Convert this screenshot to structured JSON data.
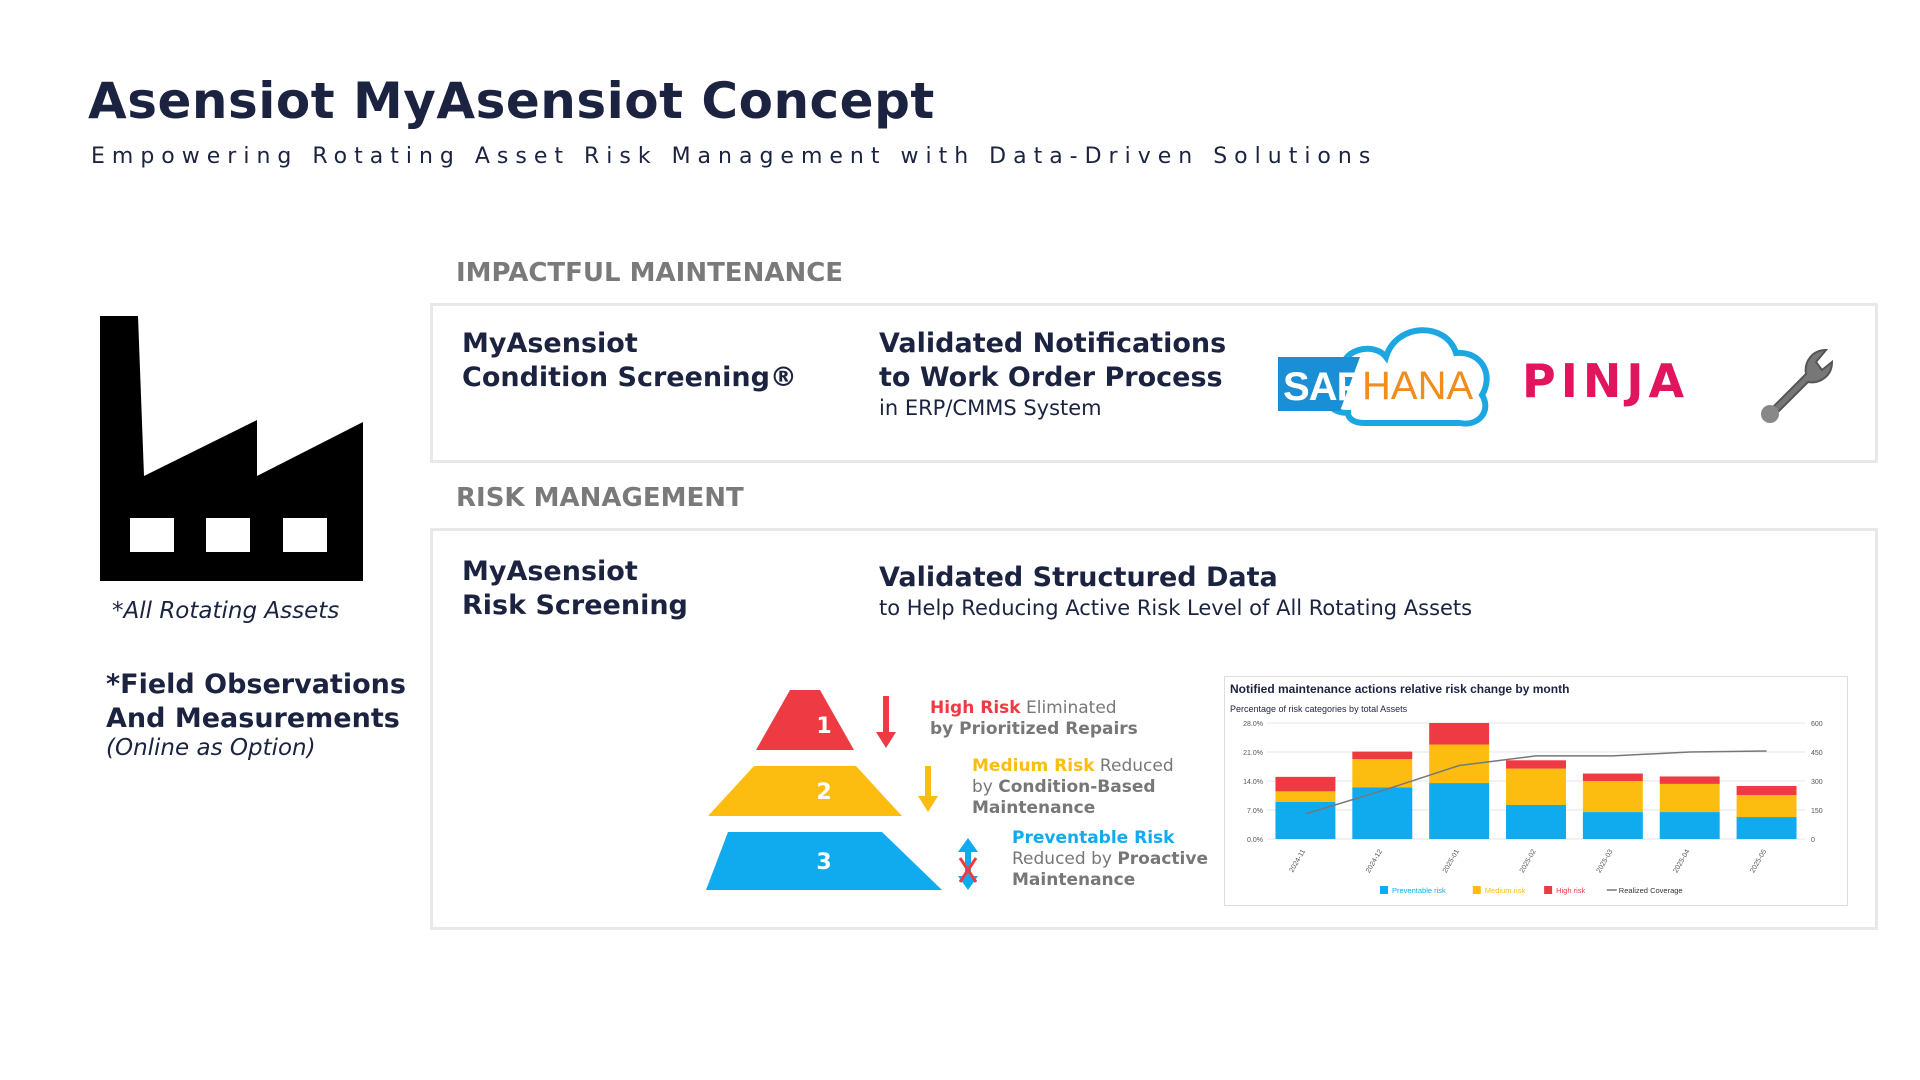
{
  "header": {
    "title": "Asensiot MyAsensiot Concept",
    "subtitle": "Empowering Rotating Asset Risk Management with Data-Driven Solutions"
  },
  "left": {
    "assets_note": "*All Rotating Assets",
    "field_obs_line1": "*Field Observations",
    "field_obs_line2": "And Measurements",
    "online_option": "(Online as Option)"
  },
  "maintenance": {
    "heading": "IMPACTFUL MAINTENANCE",
    "product_line1": "MyAsensiot",
    "product_line2": "Condition Screening®",
    "feature_line1": "Validated Notifications",
    "feature_line2": "to Work Order Process",
    "feature_sub": "in ERP/CMMS System",
    "logos": {
      "sap": "SAP",
      "hana": "HANA",
      "pinja": "PINJA"
    }
  },
  "risk": {
    "heading": "RISK MANAGEMENT",
    "product_line1": "MyAsensiot",
    "product_line2": "Risk Screening",
    "feature_title": "Validated Structured Data",
    "feature_sub": "to Help Reducing Active Risk Level of All Rotating Assets",
    "pyramid": {
      "levels": [
        "1",
        "2",
        "3"
      ],
      "high": {
        "strong": "High Risk",
        "normal": " Eliminated",
        "line2": "by Prioritized Repairs"
      },
      "medium": {
        "strong": "Medium Risk",
        "normal": " Reduced",
        "line2a": "by ",
        "line2b": "Condition-Based",
        "line3": "Maintenance"
      },
      "preventable": {
        "strong": "Preventable Risk",
        "line2a": "Reduced by ",
        "line2b": "Proactive",
        "line3": "Maintenance"
      }
    }
  },
  "colors": {
    "navy": "#1b2340",
    "high": "#ee3b43",
    "medium": "#fdbd10",
    "preventable": "#10aaee",
    "coverage": "#777777",
    "pinja": "#e2145d",
    "sap": "#1a8fd6"
  },
  "chart_data": {
    "type": "bar",
    "title": "Notified maintenance actions relative risk change by month",
    "subtitle": "Percentage of risk categories by total Assets",
    "categories": [
      "2024-11",
      "2024-12",
      "2025-01",
      "2025-02",
      "2025-03",
      "2025-04",
      "2025-05"
    ],
    "series": [
      {
        "name": "Preventable risk",
        "values": [
          9.0,
          12.5,
          13.5,
          8.2,
          6.5,
          6.5,
          5.3
        ]
      },
      {
        "name": "Medium risk",
        "values": [
          2.5,
          6.8,
          9.3,
          8.8,
          7.5,
          6.8,
          5.3
        ]
      },
      {
        "name": "High risk",
        "values": [
          3.5,
          1.8,
          5.2,
          2.0,
          1.8,
          1.8,
          2.2
        ]
      },
      {
        "name": "Realized Coverage",
        "axis": "right",
        "values": [
          130,
          250,
          380,
          430,
          430,
          450,
          455
        ]
      }
    ],
    "yticks": [
      "0.0%",
      "7.0%",
      "14.0%",
      "21.0%",
      "28.0%"
    ],
    "ylim": [
      0,
      28
    ],
    "y2ticks": [
      "0",
      "150",
      "300",
      "450",
      "600"
    ],
    "y2lim": [
      0,
      600
    ],
    "legend_position": "bottom"
  }
}
